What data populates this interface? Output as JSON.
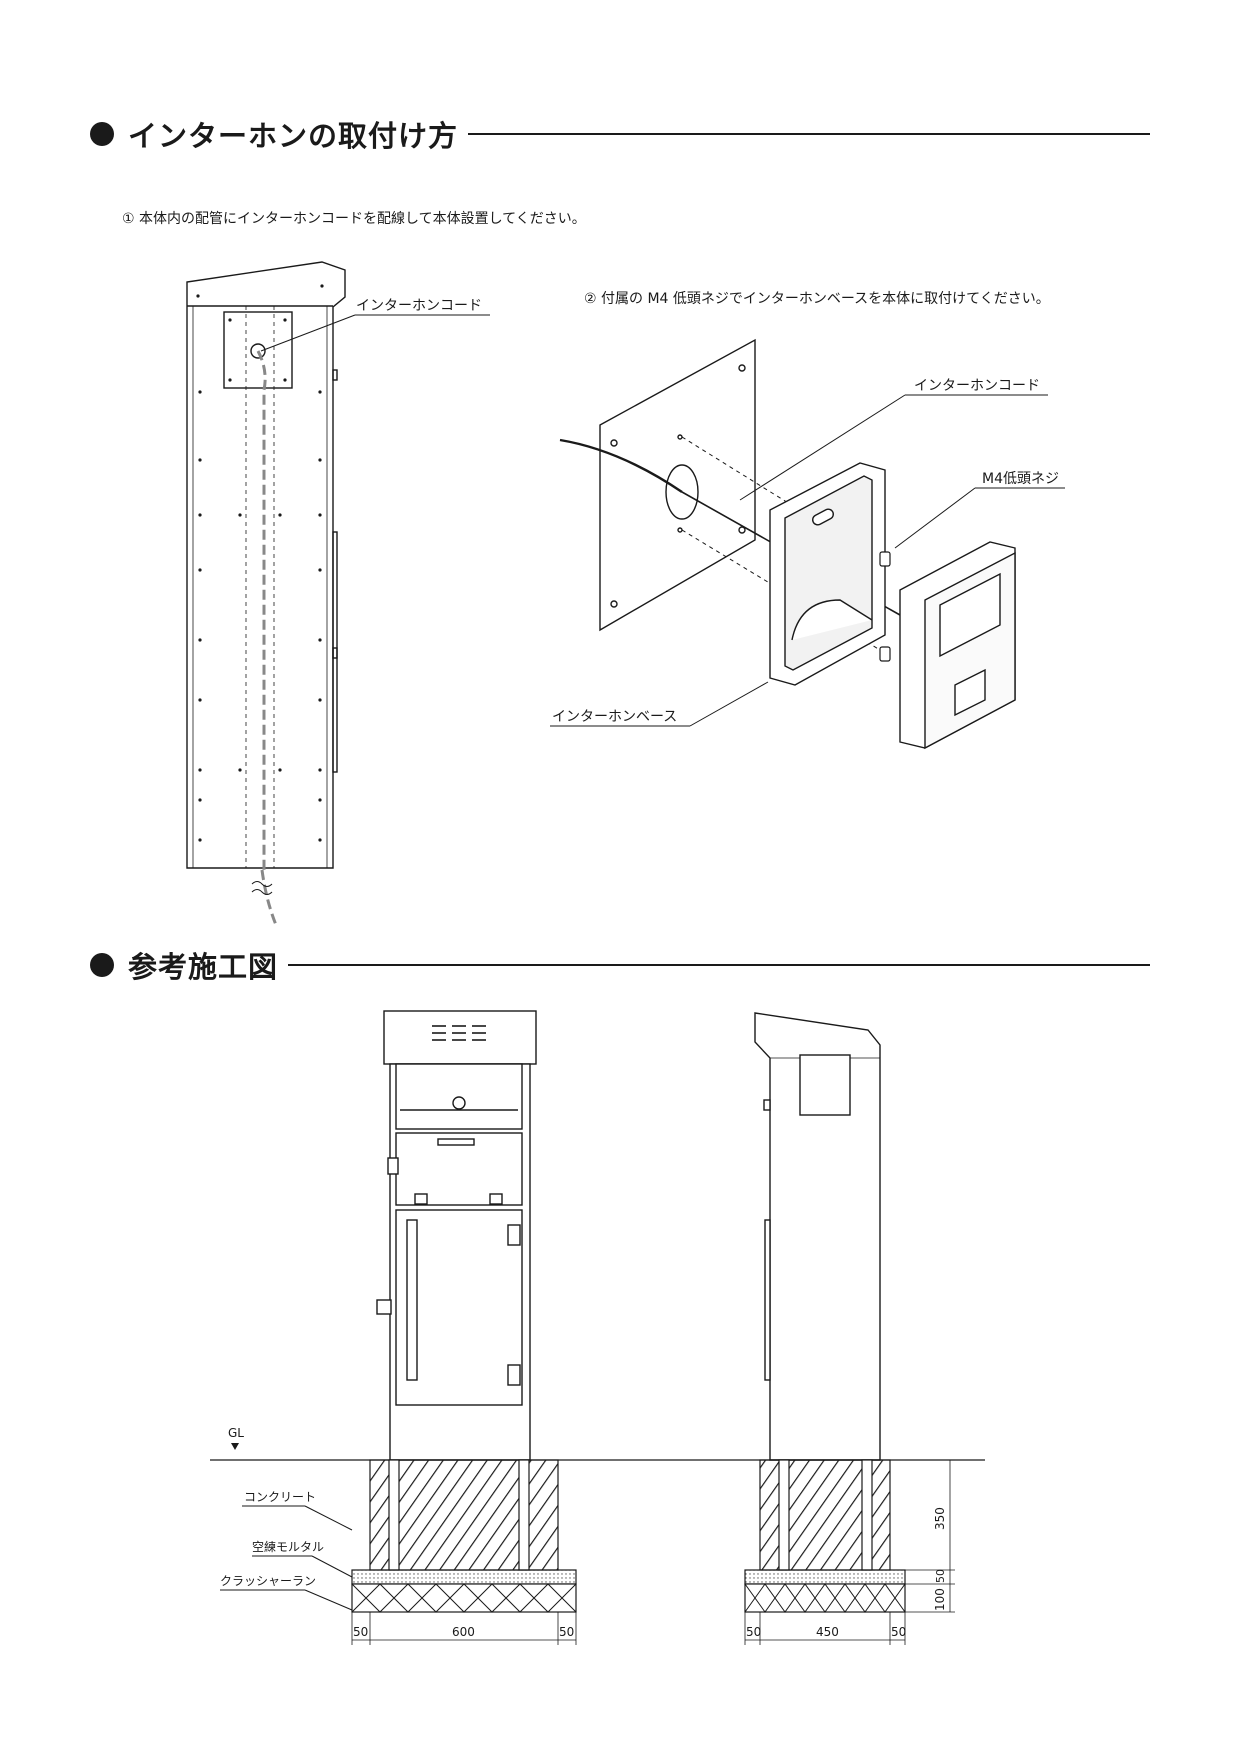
{
  "section1": {
    "title": "インターホンの取付け方",
    "step1": "① 本体内の配管にインターホンコードを配線して本体設置してください。",
    "step2": "② 付属の M4 低頭ネジでインターホンベースを本体に取付けてください。",
    "labels": {
      "cord_left": "インターホンコード",
      "cord_right": "インターホンコード",
      "screw": "M4低頭ネジ",
      "base": "インターホンベース"
    }
  },
  "section2": {
    "title": "参考施工図",
    "gl": "GL",
    "labels": {
      "concrete": "コンクリート",
      "mortar": "空練モルタル",
      "crusher": "クラッシャーラン"
    },
    "dims_front": {
      "left": "50",
      "width": "600",
      "right": "50"
    },
    "dims_side": {
      "left": "50",
      "width": "450",
      "right": "50"
    },
    "dims_vertical": {
      "depth": "350",
      "mortar": "50",
      "crusher": "100"
    }
  }
}
